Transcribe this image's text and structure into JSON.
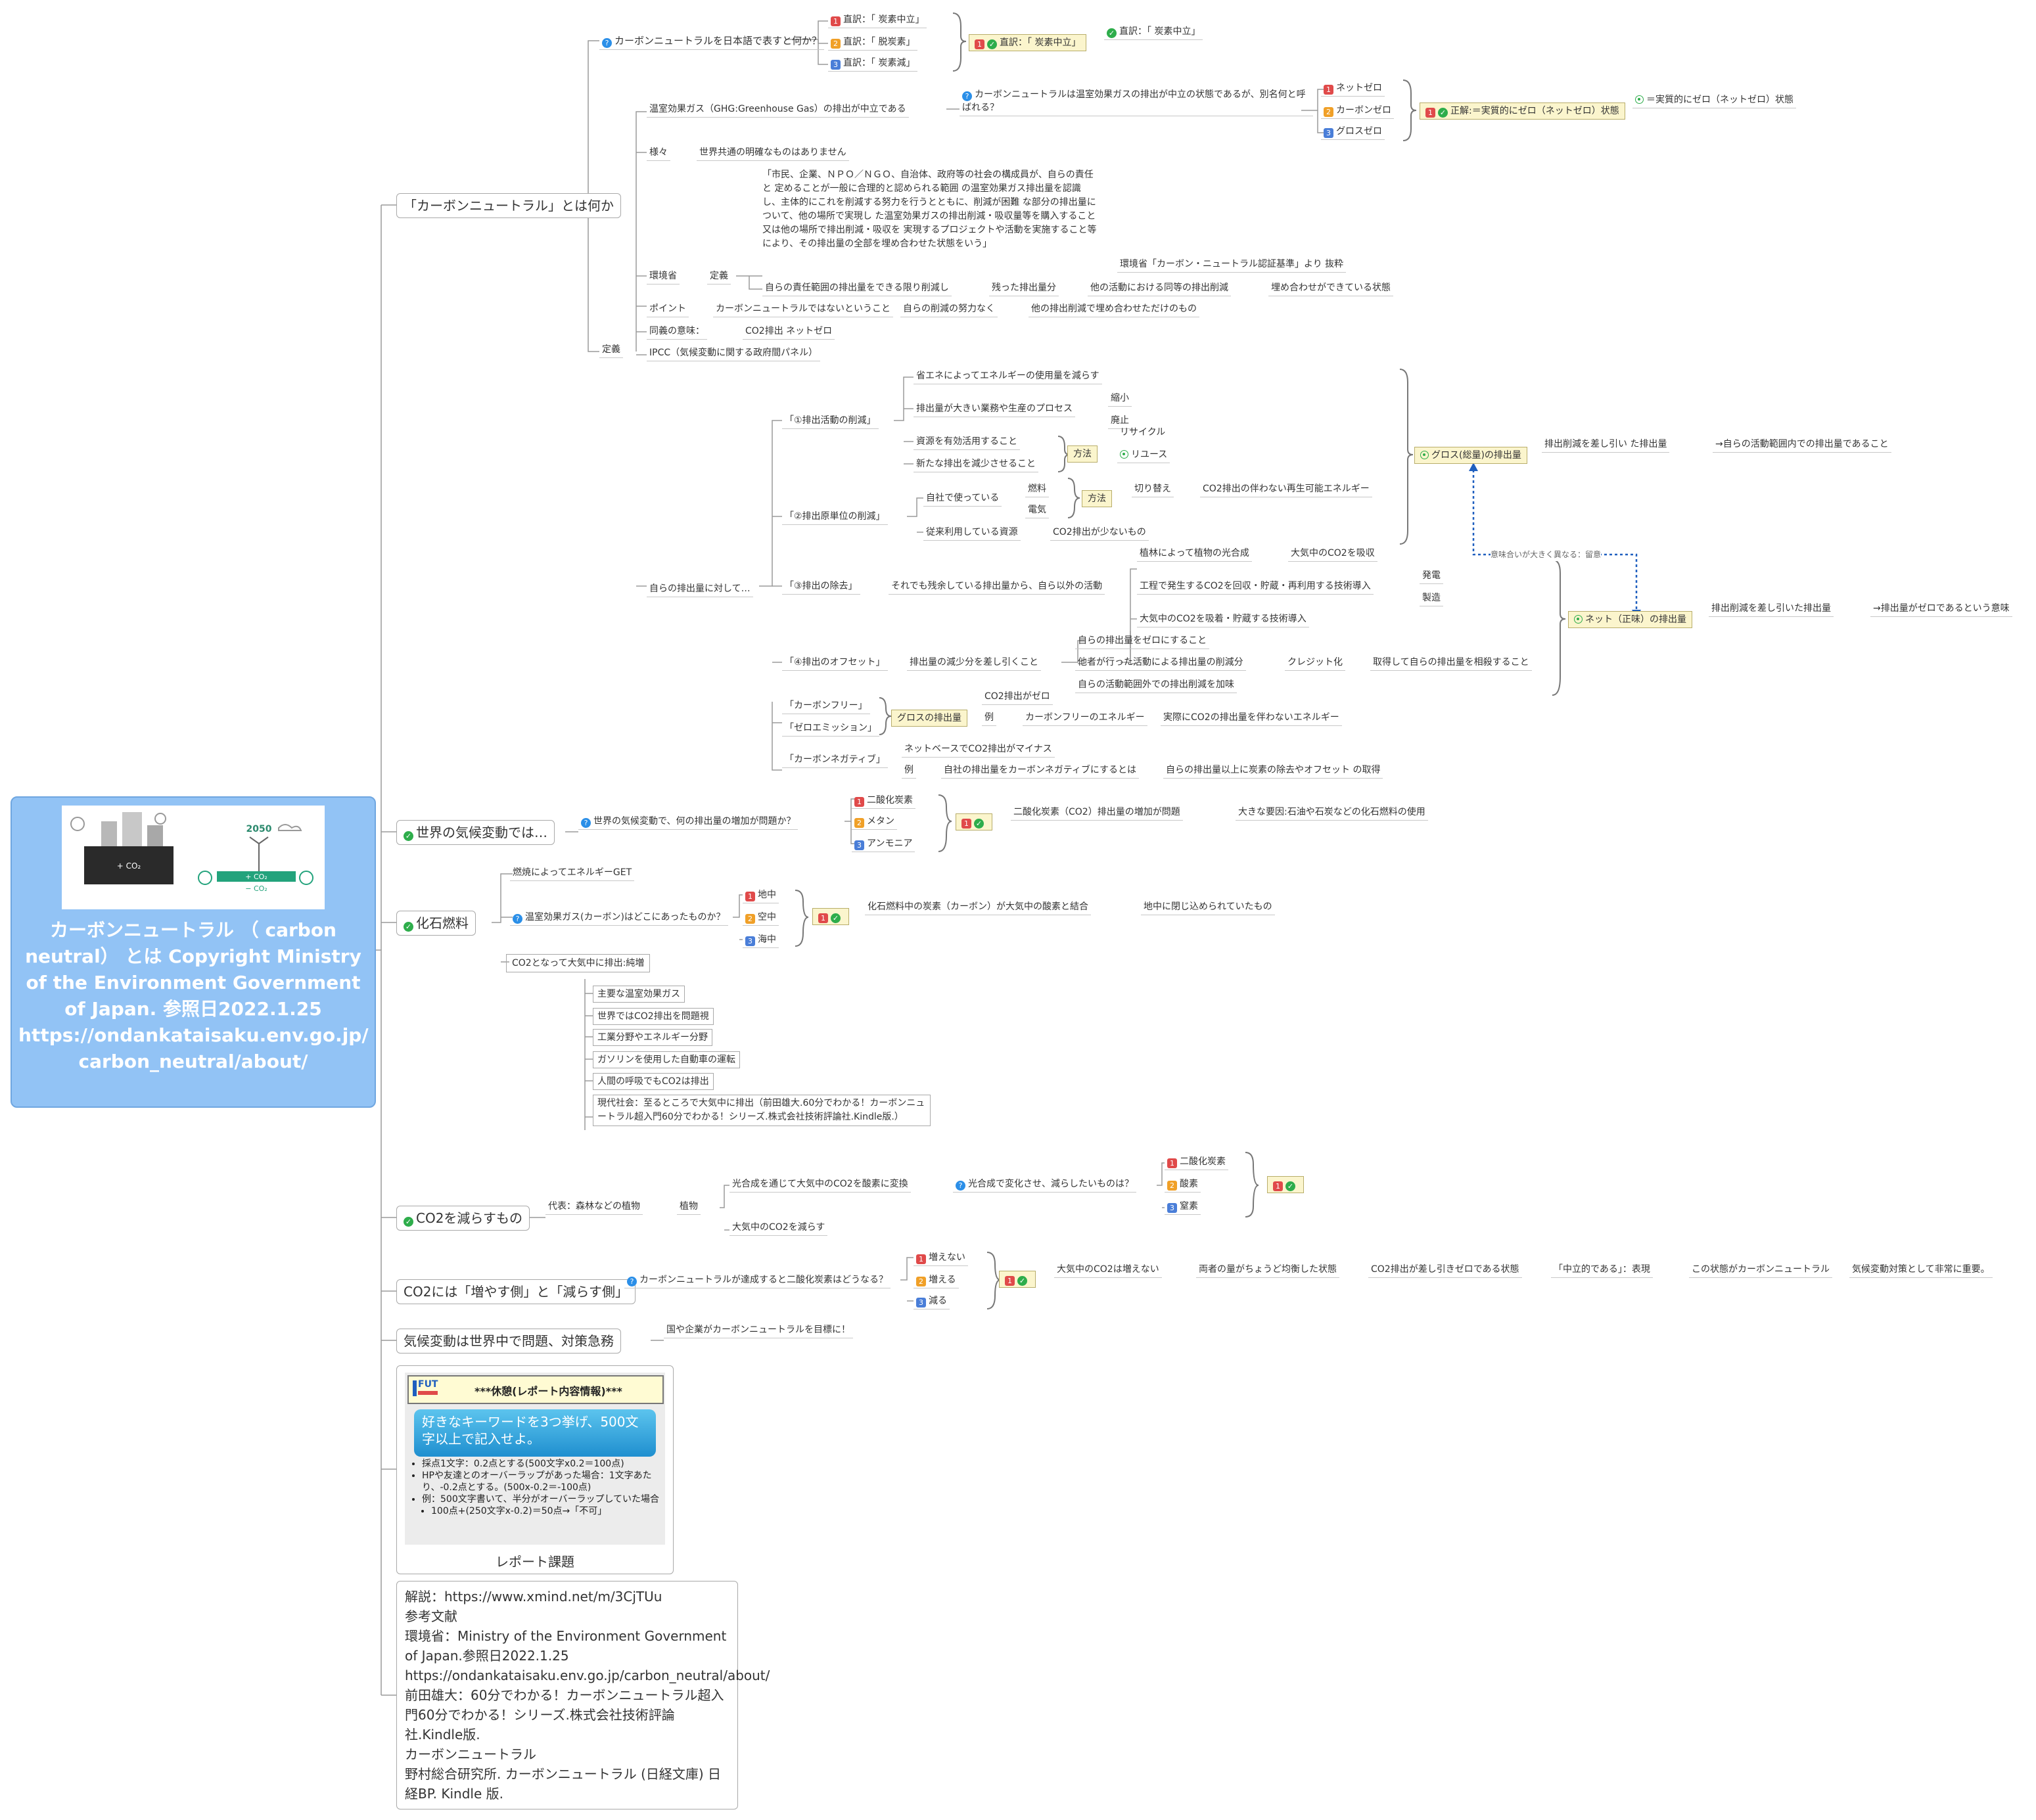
{
  "central": {
    "title": "カーボンニュートラル （ carbon neutral） とは Copyright Ministry of the Environment Government of Japan. 参照日2022.1.25 https://ondankataisaku.env.go.jp/ carbon_neutral/about/",
    "img_year": "2050",
    "img_co2_left": "+ CO₂",
    "img_co2_plus": "+ CO₂",
    "img_co2_minus": "− CO₂"
  },
  "b1": {
    "label": "「カーボンニュートラル」とは何か",
    "q1": "カーボンニュートラルを日本語で表すと何か？",
    "q1_opts": [
      "直訳：「 炭素中立」",
      "直訳：「 脱炭素」",
      "直訳：「 炭素減」"
    ],
    "q1_ans": "直訳：「 炭素中立」",
    "q1_ans2": "直訳：「 炭素中立」",
    "ghg": "温室効果ガス（GHG:Greenhouse Gas）の排出が中立である",
    "q2": "カーボンニュートラルは温室効果ガスの排出が中立の状態であるが、別名何と呼ばれる？",
    "q2_opts": [
      "ネットゼロ",
      "カーボンゼロ",
      "グロスゼロ"
    ],
    "q2_ans": "正解:＝実質的にゼロ（ネットゼロ）状態",
    "q2_ans2": "＝実質的にゼロ（ネットゼロ）状態",
    "samazama": "様々",
    "no_def": "世界共通の明確なものはありません",
    "kankyo": "環境省",
    "teigi_l": "定義",
    "teigi_text": "「市民、企業、ＮＰＯ／ＮＧＯ、自治体、政府等の社会の構成員が、自らの責任と 定めることが一般に合理的と認められる範囲 の温室効果ガス排出量を認識し、主体的にこれを削減する努力を行うとともに、削減が困難 な部分の排出量について、他の場所で実現し た温室効果ガスの排出削減・吸収量等を購入すること又は他の場所で排出削減・吸収を 実現するプロジェクトや活動を実施すること等 により、その排出量の全部を埋め合わせた状態をいう」",
    "teigi_src": "環境省「カーボン・ニュートラル認証基準」より 抜粋",
    "chain": [
      "自らの責任範囲の排出量をできる限り削減し",
      "残った排出量分",
      "他の活動における同等の排出削減",
      "埋め合わせができている状態"
    ],
    "point": "ポイント",
    "point_chain": [
      "カーボンニュートラルではないということ",
      "自らの削減の努力なく",
      "他の排出削減で埋め合わせただけのもの"
    ],
    "dougi": "同義の意味：",
    "dougi_v": "CO2排出 ネットゼロ",
    "ipcc": "IPCC（気候変動に関する政府間パネル）",
    "teigi_branch": "定義",
    "jira": "自らの排出量に対して…",
    "s1": "「①排出活動の削減」",
    "s1_items": [
      "省エネによってエネルギーの使用量を減らす",
      "排出量が大きい業務や生産のプロセス",
      "資源を有効活用すること",
      "新たな排出を減少させること"
    ],
    "shukusho": "縮小",
    "haishi": "廃止",
    "houhou": "方法",
    "recycle": "リサイクル",
    "reuse": "リユース",
    "s2": "「②排出原単位の削減」",
    "jisha": "自社で使っている",
    "nenryo": "燃料",
    "denki": "電気",
    "houhou2": "方法",
    "kirikae": "切り替え",
    "saisei": "CO2排出の伴わない再生可能エネルギー",
    "juurai": "従来利用している資源",
    "sukunai": "CO2排出が少ないもの",
    "s3": "「③排出の除去」",
    "s3_desc": "それでも残余している排出量から、自ら以外の活動",
    "s3_items": [
      "植林によって植物の光合成",
      "工程で発生するCO2を回収・貯蔵・再利用する技術導入",
      "大気中のCO2を吸着・貯蔵する技術導入"
    ],
    "kyushu": "大気中のCO2を吸収",
    "hatsuden": "発電",
    "seizo": "製造",
    "s4": "「④排出のオフセット」",
    "s4_desc": "排出量の減少分を差し引くこと",
    "s4_items": [
      "自らの排出量をゼロにすること",
      "他者が行った活動による排出量の削減分",
      "自らの活動範囲外での排出削減を加味"
    ],
    "credit": "クレジット化",
    "sousai": "取得して自らの排出量を相殺すること",
    "cfree": "「カーボンフリー」",
    "zeroemi": "「ゼロエミッション」",
    "gross_small": "グロスの排出量",
    "co2zero": "CO2排出がゼロ",
    "rei": "例",
    "cfree_energy": "カーボンフリーのエネルギー",
    "cfree_desc": "実際にCO2の排出量を伴わないエネルギー",
    "cneg": "「カーボンネガティブ」",
    "cneg_desc": "ネットベースでCO2排出がマイナス",
    "rei2": "例",
    "cneg_ex": "自社の排出量をカーボンネガティブにするとは",
    "cneg_ex2": "自らの排出量以上に炭素の除去やオフセット の取得",
    "gross": "グロス(総量)の排出量",
    "gross_desc": "排出削減を差し引い た排出量",
    "gross_desc2": "→自らの活動範囲内での排出量であること",
    "note": "意味合いが大きく異なる：留意",
    "net": "ネット（正味）の排出量",
    "net_desc": "排出削減を差し引いた排出量",
    "net_desc2": "→排出量がゼロであるという意味"
  },
  "b2": {
    "label": "世界の気候変動では…",
    "q": "世界の気候変動で、何の排出量の増加が問題か？",
    "opts": [
      "二酸化炭素",
      "メタン",
      "アンモニア"
    ],
    "ans": "二酸化炭素（CO2）排出量の増加が問題",
    "reason": "大きな要因:石油や石炭などの化石燃料の使用"
  },
  "b3": {
    "label": "化石燃料",
    "energy": "燃焼によってエネルギーGET",
    "q": "温室効果ガス(カーボン)はどこにあったものか？",
    "opts": [
      "地中",
      "空中",
      "海中"
    ],
    "ans": "化石燃料中の炭素（カーボン）が大気中の酸素と結合",
    "ans2": "地中に閉じ込められていたもの",
    "co2": "CO2となって大気中に排出:純増",
    "items": [
      "主要な温室効果ガス",
      "世界ではCO2排出を問題視",
      "工業分野やエネルギー分野",
      "ガソリンを使用した自動車の運転",
      "人間の呼吸でもCO2は排出",
      "現代社会：至るところで大気中に排出（前田雄大.60分でわかる！カーボンニュートラル超入門60分でわかる！シリーズ.株式会社技術評論社.Kindle版.）"
    ]
  },
  "b4": {
    "label": "CO2を減らすもの",
    "daihyo": "代表：森林などの植物",
    "shokubutsu": "植物",
    "kogo": "光合成を通じて大気中のCO2を酸素に変換",
    "q": "光合成で変化させ、減らしたいものは？",
    "opts": [
      "二酸化炭素",
      "酸素",
      "窒素"
    ],
    "herasu": "大気中のCO2を減らす"
  },
  "b5": {
    "label": "CO2には「増やす側」と「減らす側」",
    "q": "カーボンニュートラルが達成すると二酸化炭素はどうなる？",
    "opts": [
      "増えない",
      "増える",
      "減る"
    ],
    "chain": [
      "大気中のCO2は増えない",
      "両者の量がちょうど均衡した状態",
      "CO2排出が差し引きゼロである状態",
      "「中立的である」：表現",
      "この状態がカーボンニュートラル",
      "気候変動対策として非常に重要。"
    ]
  },
  "b6": {
    "label": "気候変動は世界中で問題、対策急務",
    "sub": "国や企業がカーボンニュートラルを目標に！"
  },
  "report": {
    "logo": "FUT",
    "header": "***休憩(レポート内容情報)***",
    "task": "好きなキーワードを3つ挙げ、500文字以上で記入せよ。",
    "bullets": [
      "採点1文字：0.2点とする(500文字x0.2＝100点)",
      "HPや友達とのオーバーラップがあった場合：1文字あたり、-0.2点とする。(500x-0.2＝-100点)",
      "例：500文字書いて、半分がオーバーラップしていた場合",
      "100点+(250文字x-0.2)＝50点→「不可」"
    ],
    "caption": "レポート課題"
  },
  "refs": {
    "text": "解説：https://www.xmind.net/m/3CjTUu\n参考文献\n環境省：Ministry of the Environment Government of Japan.参照日2022.1.25\nhttps://ondankataisaku.env.go.jp/carbon_neutral/about/\n前田雄大：60分でわかる！カーボンニュートラル超入門60分でわかる！シリーズ.株式会社技術評論社.Kindle版.\nカーボンニュートラル\n野村総合研究所. カーボンニュートラル (日経文庫) 日経BP. Kindle 版."
  },
  "colors": {
    "central": "#92c3f5",
    "line": "#9a9a9a",
    "yellow": "#fbf5cd",
    "relation": "#1f5fbf"
  }
}
